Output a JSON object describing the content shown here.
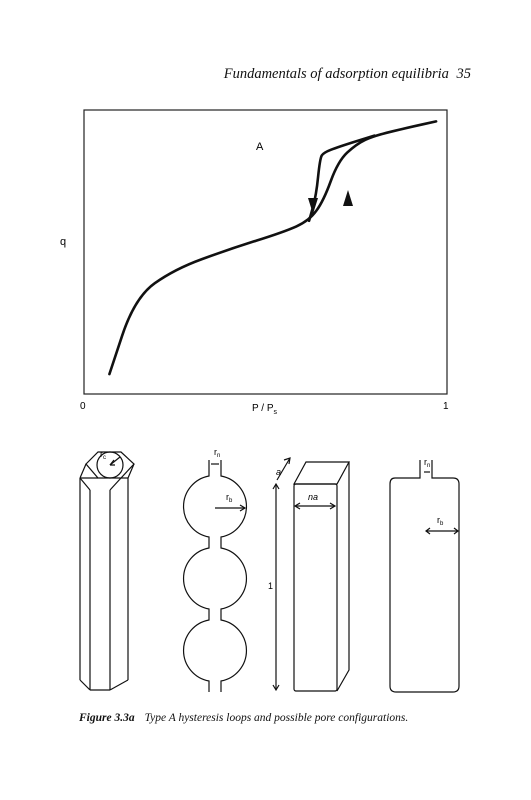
{
  "header": {
    "title": "Fundamentals of adsorption equilibria",
    "page_number": "35"
  },
  "plot": {
    "loop_label": "A",
    "y_axis_label": "q",
    "x_axis_label": "P / P",
    "x_axis_label_sub": "s",
    "x_tick_min": "0",
    "x_tick_max": "1"
  },
  "pores": {
    "hex_label": "r",
    "hex_label_sub": "c",
    "sphere_neck_label": "r",
    "sphere_neck_sub": "n",
    "sphere_body_label": "r",
    "sphere_body_sub": "b",
    "slab_depth_label": "a",
    "slab_width_label": "na",
    "slab_length_label": "1",
    "bottle_neck_label": "r",
    "bottle_neck_sub": "n",
    "bottle_body_label": "r",
    "bottle_body_sub": "b"
  },
  "caption": {
    "figure_label": "Figure 3.3a",
    "text": "Type A hysteresis loops and possible pore configurations."
  },
  "chart_data": {
    "type": "line",
    "title": "",
    "xlabel": "P/Ps",
    "ylabel": "q",
    "xlim": [
      0,
      1
    ],
    "series": [
      {
        "x": [
          0.07,
          0.14,
          0.25,
          0.4,
          0.55,
          0.62,
          0.66,
          0.7,
          0.75,
          0.8,
          0.9,
          0.97
        ],
        "y": [
          0.07,
          0.34,
          0.44,
          0.51,
          0.57,
          0.61,
          0.68,
          0.82,
          0.88,
          0.91,
          0.94,
          0.96
        ]
      },
      {
        "x": [
          0.62,
          0.64,
          0.65,
          0.66,
          0.7,
          0.8
        ],
        "y": [
          0.61,
          0.7,
          0.83,
          0.85,
          0.87,
          0.91
        ]
      }
    ]
  }
}
